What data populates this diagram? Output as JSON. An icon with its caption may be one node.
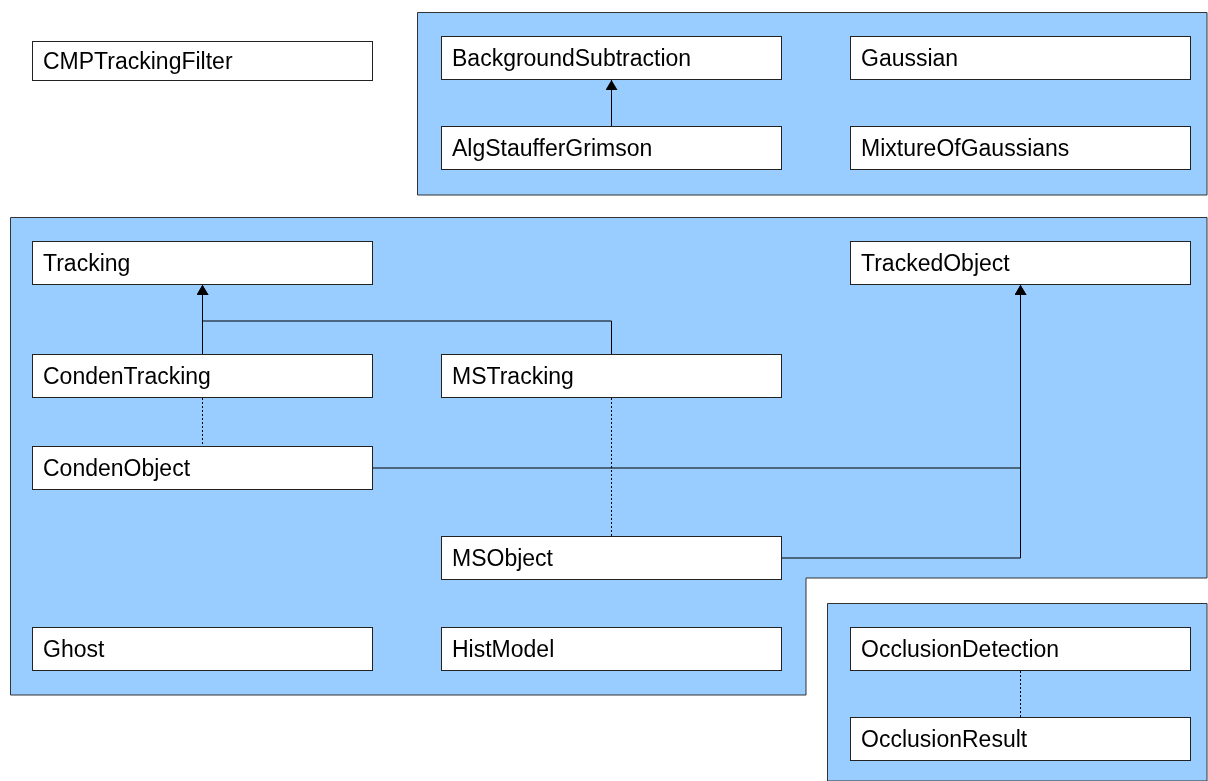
{
  "diagram": {
    "nodes": [
      {
        "text": [
          "CMPTrackingFilter"
        ]
      },
      {
        "text": [],
        "shape": "box"
      },
      {
        "text": [
          "BackgroundSubtraction"
        ],
        "in": 1
      },
      {
        "text": [
          "Gaussian"
        ],
        "in": 1
      },
      {
        "text": [
          "AlgStaufferGrimson"
        ],
        "in": 1
      },
      {
        "text": [
          "MixtureOfGaussians"
        ],
        "in": 1
      },
      {
        "text": [],
        "shape": "box"
      },
      {
        "text": [
          "Tracking"
        ],
        "in": 6
      },
      {
        "text": [
          "TrackedObject"
        ],
        "in": 6
      },
      {
        "text": [
          "CondenTracking"
        ],
        "in": 6
      },
      {
        "text": [
          "MSTracking"
        ],
        "in": 6
      },
      {
        "text": [
          "CondenObject"
        ],
        "in": 6
      },
      {
        "text": [
          "MSObject"
        ],
        "in": 6
      },
      {
        "text": [
          "Ghost"
        ],
        "in": 6
      },
      {
        "text": [
          "HistModel"
        ],
        "in": 6
      },
      {
        "text": [],
        "shape": "box"
      },
      {
        "text": [
          "OcclusionDetection"
        ],
        "in": 15
      },
      {
        "text": [
          "OcclusionResult"
        ],
        "in": 15
      }
    ],
    "edges": [
      {
        "from": 4,
        "to": 2,
        "arrow": "to"
      },
      {
        "from": 9,
        "to": 7,
        "arrow": "to"
      },
      {
        "from": 10,
        "to": 7,
        "arrow": "to"
      },
      {
        "from": 11,
        "to": 8,
        "arrow": "to"
      },
      {
        "from": 12,
        "to": 8,
        "arrow": "to"
      },
      {
        "from": 9,
        "to": 11,
        "arrow": "none",
        "style": "dashed"
      },
      {
        "from": 10,
        "to": 12,
        "arrow": "none",
        "style": "dashed"
      },
      {
        "from": 16,
        "to": 17,
        "arrow": "none",
        "style": "dashed"
      }
    ]
  }
}
